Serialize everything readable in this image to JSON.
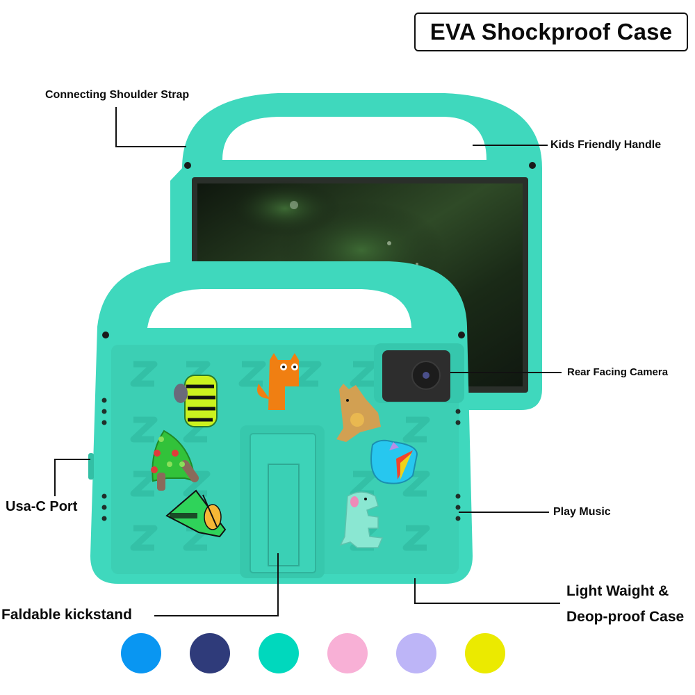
{
  "title": "EVA Shockproof Case",
  "callouts": {
    "shoulder_strap": "Connecting Shoulder Strap",
    "handle": "Kids Friendly Handle",
    "camera": "Rear Facing Camera",
    "usb_port": "Usa-C Port",
    "speaker": "Play Music",
    "lightweight_line1": "Light Waight &",
    "lightweight_line2": "Deop-proof Case",
    "kickstand": "Faldable kickstand"
  },
  "product": {
    "case_color": "#3fd8bd",
    "case_shadow": "#33c2a8",
    "screen_color": "#1e2a1c",
    "camera_color": "#2b2b2b",
    "stickers": [
      "bee-b",
      "fox-f",
      "kangaroo-k",
      "tree-a",
      "umbrella-u",
      "violin-v",
      "elephant-e"
    ]
  },
  "color_options": [
    {
      "name": "blue",
      "hex": "#0996f2"
    },
    {
      "name": "navy",
      "hex": "#2f3b7a"
    },
    {
      "name": "mint",
      "hex": "#00d8bd"
    },
    {
      "name": "pink",
      "hex": "#f8b0d6"
    },
    {
      "name": "lavender",
      "hex": "#bdb5f7"
    },
    {
      "name": "yellow",
      "hex": "#ebea00"
    }
  ]
}
